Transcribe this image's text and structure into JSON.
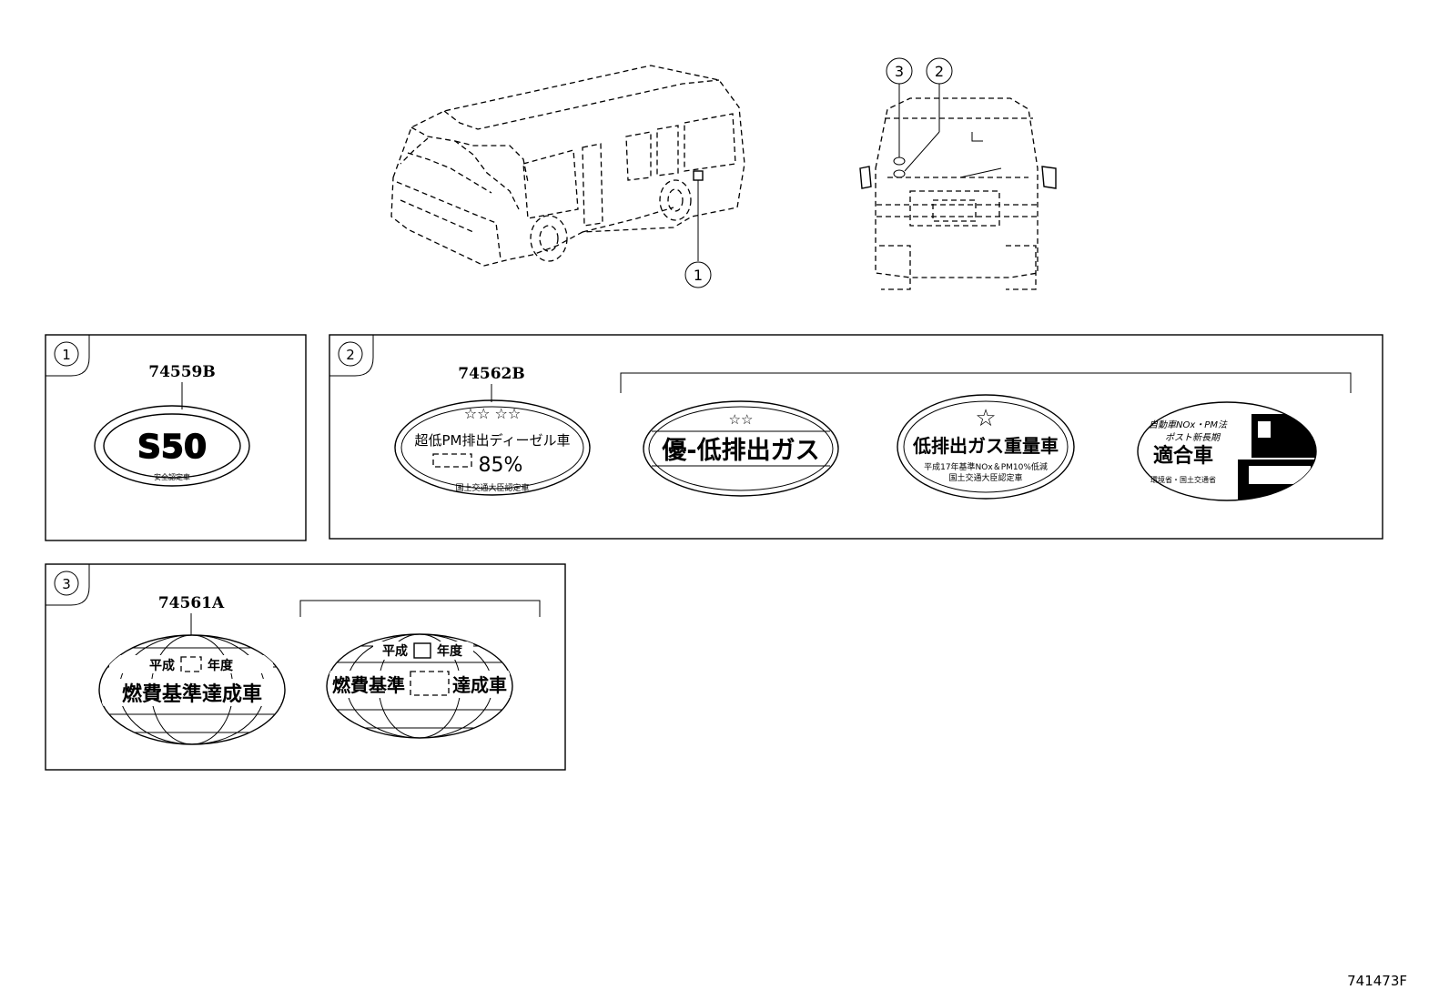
{
  "diagram_id": "741473F",
  "callouts": [
    "1",
    "2",
    "3"
  ],
  "panels": [
    {
      "id": "1",
      "part_number": "74559B",
      "labels": [
        {
          "main": "S50",
          "small": "安全認定車"
        }
      ]
    },
    {
      "id": "2",
      "part_number": "74562B",
      "labels": [
        {
          "stars": "☆☆ ☆☆",
          "line1": "超低PM排出ディーゼル車",
          "percent": "85%",
          "small": "国土交通大臣認定車"
        },
        {
          "stars": "☆☆",
          "main": "優-低排出ガス"
        },
        {
          "stars": "☆",
          "main": "低排出ガス重量車",
          "small1": "平成17年基準NOx＆PM10%低減",
          "small2": "国土交通大臣認定車"
        },
        {
          "top1": "自動車NOx・PM法",
          "top2": "ポスト新長期",
          "main": "適合車",
          "small": "環境省・国土交通省"
        }
      ]
    },
    {
      "id": "3",
      "part_number": "74561A",
      "labels": [
        {
          "top_a": "平成",
          "top_b": "年度",
          "main": "燃費基準達成車"
        },
        {
          "top_a": "平成",
          "top_b": "年度",
          "main_a": "燃費基準",
          "main_b": "達成車"
        }
      ]
    }
  ]
}
